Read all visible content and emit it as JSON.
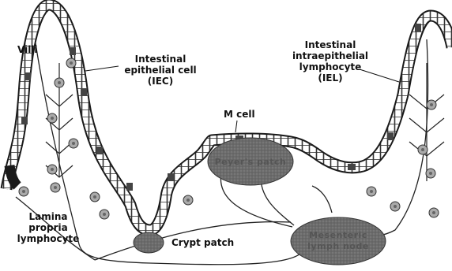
{
  "labels": {
    "villi": "Villi",
    "iec": [
      "Intestinal",
      "epithelial cell",
      "(IEC)"
    ],
    "iel": [
      "Intestinal",
      "intraepithelial",
      "lymphocyte",
      "(IEL)"
    ],
    "m_cell": "M cell",
    "lamina": [
      "Lamina",
      "propria",
      "lymphocyte"
    ],
    "crypt_patch": "Crypt patch",
    "peyers_patch": "Peyer's patch",
    "mesenteric": [
      "Mesenteric",
      "lymph node"
    ]
  },
  "colors": {
    "epithelium_outline": "#1a1a1a",
    "dark_cell": "#444444",
    "organ_fill": "#6b6b6b",
    "lymphocyte_fill": "#aaaaaa"
  }
}
